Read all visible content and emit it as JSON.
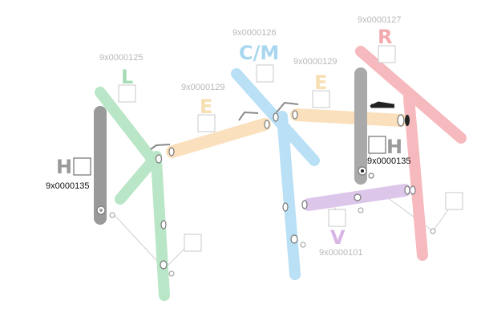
{
  "groups": [
    {
      "key": "h_left",
      "letter": "H",
      "id": "9x0000135",
      "letter_color": "#9a9a9a",
      "id_color": "#111111"
    },
    {
      "key": "l",
      "letter": "L",
      "id": "9x0000125",
      "letter_color": "#a6dcb6",
      "id_color": "#b8b8b8"
    },
    {
      "key": "e_left",
      "letter": "E",
      "id": "9x0000129",
      "letter_color": "#f7dfb1",
      "id_color": "#b8b8b8"
    },
    {
      "key": "cm",
      "letter": "C/M",
      "id": "9x0000126",
      "letter_color": "#a9d7ef",
      "id_color": "#b8b8b8"
    },
    {
      "key": "e_right",
      "letter": "E",
      "id": "9x0000129",
      "letter_color": "#f7dfb1",
      "id_color": "#b8b8b8"
    },
    {
      "key": "r",
      "letter": "R",
      "id": "9x0000127",
      "letter_color": "#f3aaaf",
      "id_color": "#b8b8b8"
    },
    {
      "key": "h_right",
      "letter": "H",
      "id": "9x0000135",
      "letter_color": "#9a9a9a",
      "id_color": "#111111"
    },
    {
      "key": "v",
      "letter": "V",
      "id": "9x0000101",
      "letter_color": "#d9b5e6",
      "id_color": "#b8b8b8"
    }
  ],
  "colors": {
    "green": "#b9e6c6",
    "orange": "#fbe0bd",
    "blue": "#b9e0f5",
    "red": "#f6b9bd",
    "purple": "#dcc6ea",
    "gray": "#a9a9a9"
  }
}
